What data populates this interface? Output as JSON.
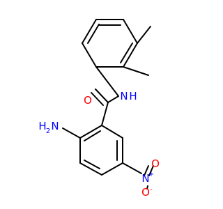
{
  "molecule": {
    "atoms": {
      "amide_o": {
        "text": "O",
        "color": "#ff0000"
      },
      "amide_nh": {
        "text": "N",
        "h": "H",
        "color": "#0000ff"
      },
      "amino": {
        "text": "H",
        "sub": "2",
        "n": "N",
        "color": "#0000ff"
      },
      "nitro_n": {
        "text": "N",
        "charge": "+",
        "color": "#0000ff"
      },
      "nitro_o_top": {
        "text": "O",
        "color": "#ff0000"
      },
      "nitro_o_minus": {
        "text": "O",
        "charge": "-",
        "color": "#ff0000"
      }
    }
  }
}
